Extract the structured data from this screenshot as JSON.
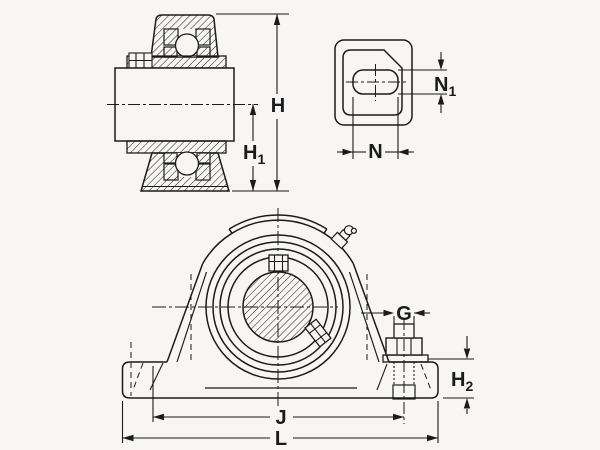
{
  "dimension_labels": {
    "H": {
      "main": "H",
      "sub": ""
    },
    "H1": {
      "main": "H",
      "sub": "1"
    },
    "N1": {
      "main": "N",
      "sub": "1"
    },
    "N": {
      "main": "N",
      "sub": ""
    },
    "G": {
      "main": "G",
      "sub": ""
    },
    "H2": {
      "main": "H",
      "sub": "2"
    },
    "J": {
      "main": "J",
      "sub": ""
    },
    "L": {
      "main": "L",
      "sub": ""
    }
  },
  "colors": {
    "ink": "#1b1b1b",
    "paper": "#f7f6f4"
  }
}
